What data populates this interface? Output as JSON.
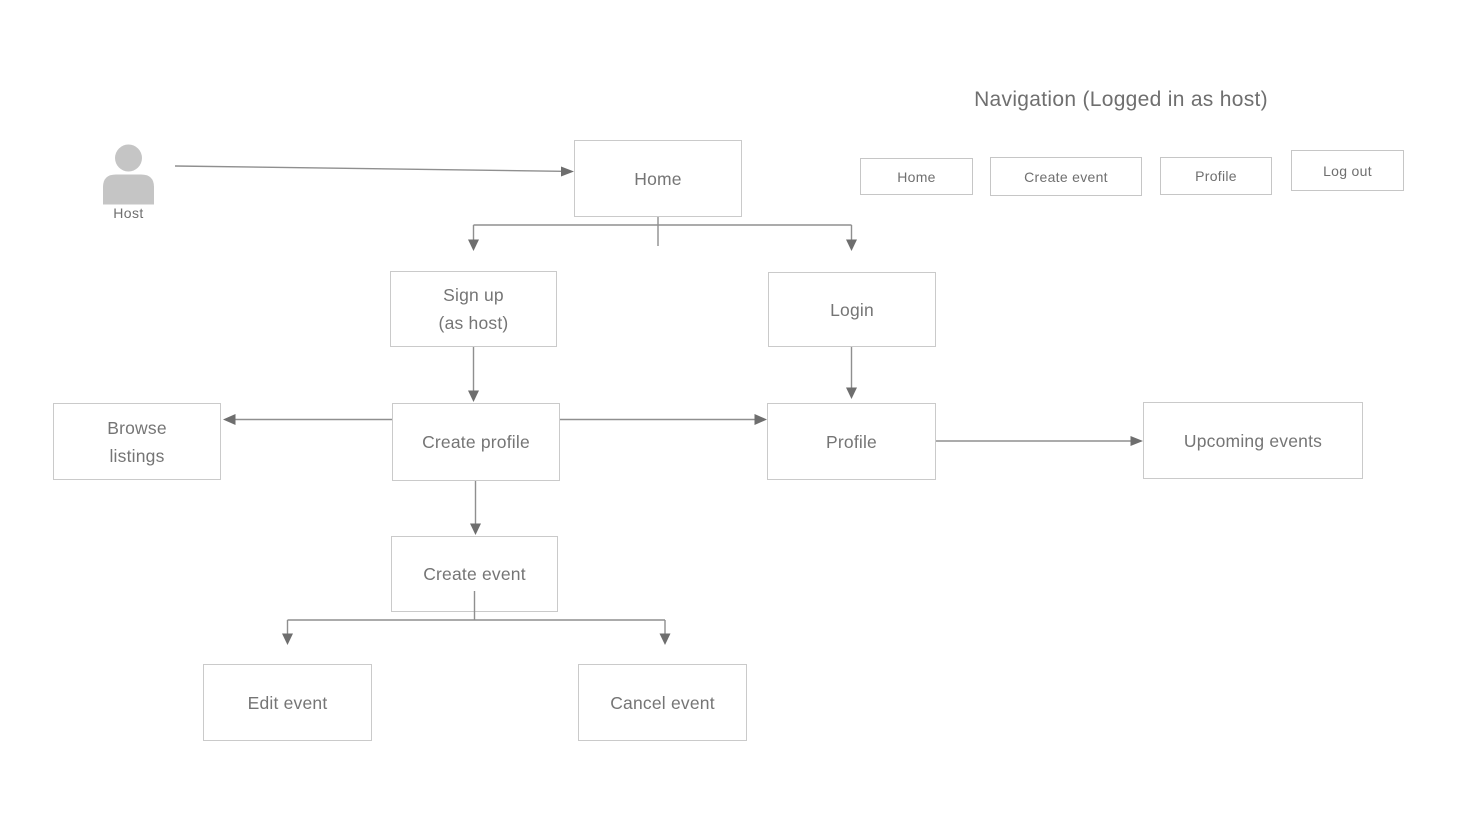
{
  "navigation_section": {
    "title": "Navigation (Logged in as host)",
    "items": [
      {
        "label": "Home"
      },
      {
        "label": "Create event"
      },
      {
        "label": "Profile"
      },
      {
        "label": "Log out"
      }
    ]
  },
  "actor": {
    "label": "Host",
    "icon": "person-icon"
  },
  "flowchart": {
    "nodes": {
      "home": {
        "lines": [
          "Home"
        ]
      },
      "signup": {
        "lines": [
          "Sign up",
          "(as host)"
        ]
      },
      "login": {
        "lines": [
          "Login"
        ]
      },
      "browse_listings": {
        "lines": [
          "Browse",
          "listings"
        ]
      },
      "create_profile": {
        "lines": [
          "Create profile"
        ]
      },
      "profile": {
        "lines": [
          "Profile"
        ]
      },
      "upcoming_events": {
        "lines": [
          "Upcoming events"
        ]
      },
      "create_event": {
        "lines": [
          "Create event"
        ]
      },
      "edit_event": {
        "lines": [
          "Edit event"
        ]
      },
      "cancel_event": {
        "lines": [
          "Cancel event"
        ]
      }
    },
    "edges": [
      {
        "from": "host",
        "to": "home"
      },
      {
        "from": "home",
        "to": "signup"
      },
      {
        "from": "home",
        "to": "login"
      },
      {
        "from": "signup",
        "to": "create_profile"
      },
      {
        "from": "login",
        "to": "profile"
      },
      {
        "from": "create_profile",
        "to": "browse_listings"
      },
      {
        "from": "create_profile",
        "to": "profile"
      },
      {
        "from": "create_profile",
        "to": "create_event"
      },
      {
        "from": "profile",
        "to": "upcoming_events"
      },
      {
        "from": "create_event",
        "to": "edit_event"
      },
      {
        "from": "create_event",
        "to": "cancel_event"
      }
    ]
  },
  "colors": {
    "background": "#ffffff",
    "box_border": "#cacaca",
    "box_text": "#757575",
    "connector_line": "#8f8f8f",
    "arrowhead": "#6e6e6e",
    "actor_icon": "#c5c5c5",
    "title_text": "#6f6f6f"
  }
}
